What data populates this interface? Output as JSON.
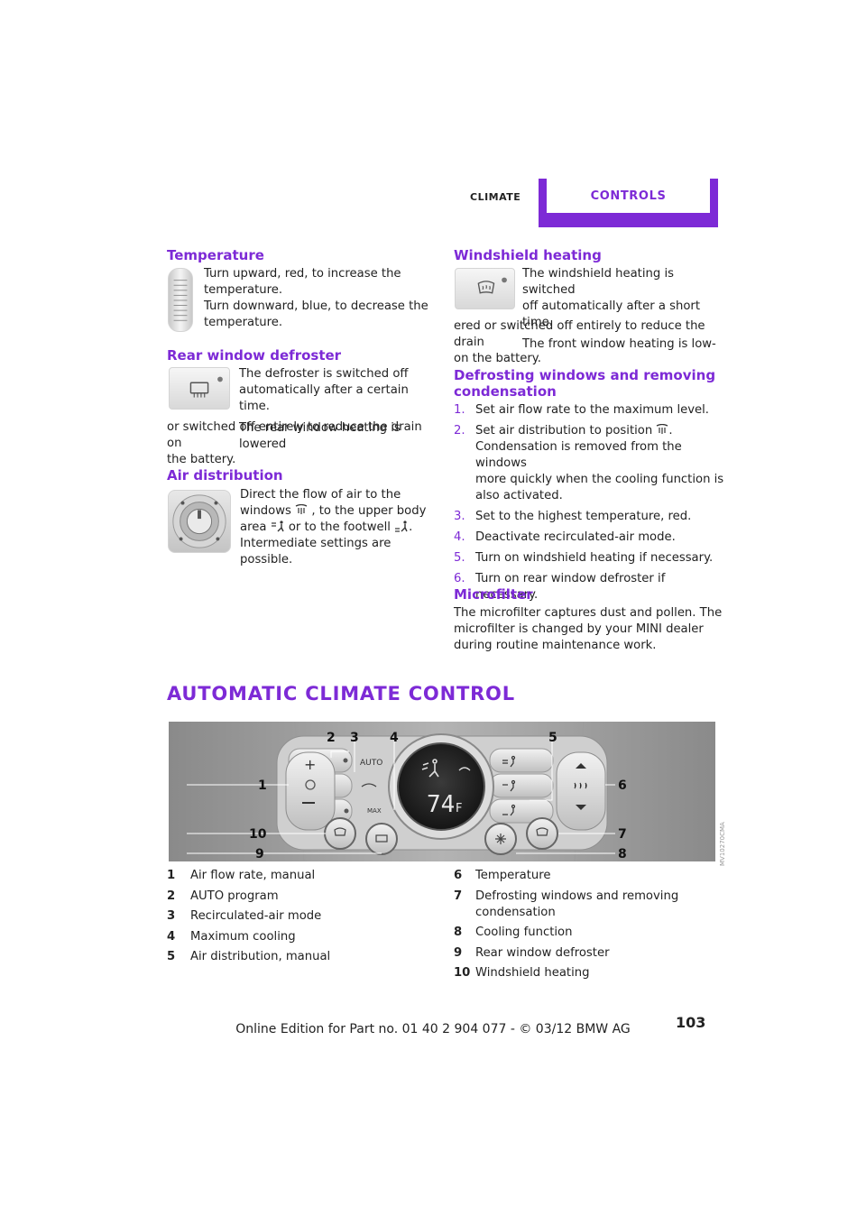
{
  "header": {
    "section": "Climate",
    "chapter": "Controls"
  },
  "left": {
    "temperature": {
      "title": "Temperature",
      "lines": [
        "Turn upward, red, to increase the",
        "temperature.",
        "Turn downward, blue, to decrease the",
        "temperature."
      ]
    },
    "rear_defroster": {
      "title": "Rear window defroster",
      "indented": [
        "The defroster is switched off",
        "automatically after a certain time.",
        "The rear window heating is lowered"
      ],
      "full": [
        "or switched off entirely to reduce the drain on",
        "the battery."
      ]
    },
    "air_distribution": {
      "title": "Air distribution",
      "line1": "Direct the flow of air to the",
      "line2a": "windows",
      "line2b": ", to the upper body",
      "line3a": "area",
      "line3b": "or to the footwell",
      "line3c": ".",
      "line4": "Intermediate settings are possible."
    }
  },
  "right": {
    "windshield": {
      "title": "Windshield heating",
      "indented": [
        "The windshield heating is switched",
        "off automatically after a short time.",
        "The front window heating is low-"
      ],
      "full": [
        "ered or switched off entirely to reduce the drain",
        "on the battery."
      ]
    },
    "defrost": {
      "title_l1": "Defrosting windows and removing",
      "title_l2": "condensation",
      "steps": [
        {
          "n": "1.",
          "text": "Set air flow rate to the maximum level."
        },
        {
          "n": "2.",
          "text": "Set air distribution to position"
        },
        {
          "n": "3.",
          "text": "Set to the highest temperature, red."
        },
        {
          "n": "4.",
          "text": "Deactivate recirculated-air mode."
        },
        {
          "n": "5.",
          "text": "Turn on windshield heating if necessary."
        },
        {
          "n": "6.",
          "text": "Turn on rear window defroster if necessary."
        }
      ],
      "step2_end": ".",
      "step2_cont": [
        "Condensation is removed from the windows",
        "more quickly when the cooling function is",
        "also activated."
      ]
    },
    "microfilter": {
      "title": "Microfilter",
      "lines": [
        "The microfilter captures dust and pollen. The",
        "microfilter is changed by your MINI dealer",
        "during routine maintenance work."
      ]
    }
  },
  "acc": {
    "title": "Automatic climate control",
    "panel": {
      "auto": "AUTO",
      "max": "MAX",
      "temp": "74",
      "unit": "F",
      "callouts": [
        "1",
        "2",
        "3",
        "4",
        "5",
        "6",
        "7",
        "8",
        "9",
        "10"
      ],
      "code": "MV10270CMA"
    },
    "legend_left": [
      {
        "n": "1",
        "text": "Air flow rate, manual"
      },
      {
        "n": "2",
        "text": "AUTO program"
      },
      {
        "n": "3",
        "text": "Recirculated-air mode"
      },
      {
        "n": "4",
        "text": "Maximum cooling"
      },
      {
        "n": "5",
        "text": "Air distribution, manual"
      }
    ],
    "legend_right": [
      {
        "n": "6",
        "text": "Temperature"
      },
      {
        "n": "7",
        "text": "Defrosting windows and removing",
        "cont": "condensation"
      },
      {
        "n": "8",
        "text": "Cooling function"
      },
      {
        "n": "9",
        "text": "Rear window defroster"
      },
      {
        "n": "10",
        "text": "Windshield heating"
      }
    ]
  },
  "page_number": "103",
  "footer": "Online Edition for Part no. 01 40 2 904 077 - © 03/12 BMW AG",
  "colors": {
    "accent": "#7d2ad6"
  }
}
